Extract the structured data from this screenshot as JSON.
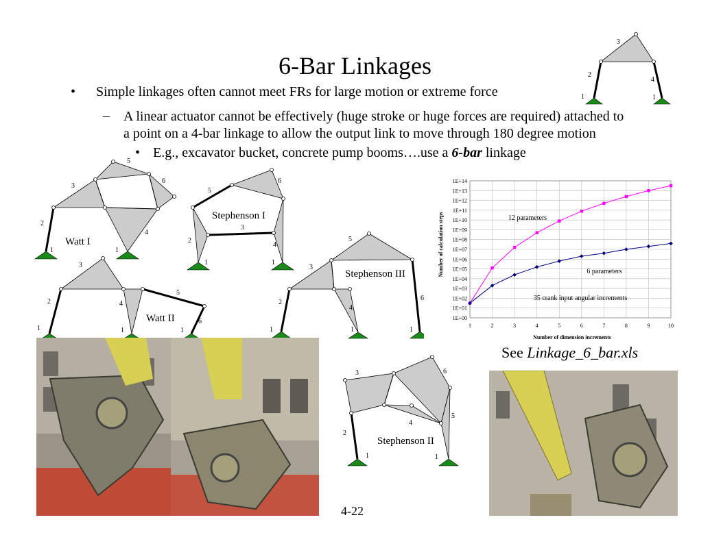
{
  "slide": {
    "title": "6-Bar Linkages",
    "bullet1": "Simple linkages often cannot meet FRs for large motion or extreme force",
    "bullet2_line1": "A linear actuator cannot be effectively (huge stroke or huge forces are required) attached to",
    "bullet2_line2": "a point on a 4-bar linkage to allow the output link to move through 180 degree motion",
    "bullet3_prefix": "E.g., excavator bucket, concrete pump booms….use a ",
    "bullet3_emph": "6-bar",
    "bullet3_suffix": " linkage",
    "bullet_marker": "•",
    "dash_marker": "–",
    "see_prefix": "See ",
    "see_file": "Linkage_6_bar.xls",
    "page_number": "4-22"
  },
  "diagrams": {
    "watt1": "Watt I",
    "watt2": "Watt II",
    "steph1": "Stephenson I",
    "steph2": "Stephenson II",
    "steph3": "Stephenson III"
  },
  "link_numbers": [
    "1",
    "2",
    "3",
    "4",
    "5",
    "6"
  ],
  "colors": {
    "ground": "#1a8a1a",
    "link_fill": "#cccccc",
    "series_12": "#ff00ff",
    "series_6": "#00007f"
  },
  "chart_data": {
    "type": "line",
    "xlabel": "Number of dimension increments",
    "ylabel": "Number of calculation steps",
    "x": [
      1,
      2,
      3,
      4,
      5,
      6,
      7,
      8,
      9,
      10
    ],
    "yscale": "log",
    "ylim": [
      "1E+00",
      "1E+14"
    ],
    "yticks": [
      "1E+00",
      "1E+01",
      "1E+02",
      "1E+03",
      "1E+04",
      "1E+05",
      "1E+06",
      "1E+07",
      "1E+08",
      "1E+09",
      "1E+10",
      "1E+11",
      "1E+12",
      "1E+13",
      "1E+14"
    ],
    "xticks": [
      "1",
      "2",
      "3",
      "4",
      "5",
      "6",
      "7",
      "8",
      "9",
      "10"
    ],
    "series": [
      {
        "name": "12 parameters",
        "exponents": [
          1.5,
          5.1,
          7.2,
          8.7,
          9.9,
          10.9,
          11.7,
          12.4,
          13.0,
          13.5
        ]
      },
      {
        "name": "6 parameters",
        "exponents": [
          1.5,
          3.3,
          4.4,
          5.2,
          5.8,
          6.3,
          6.6,
          7.0,
          7.3,
          7.6
        ]
      }
    ],
    "annotation": "35 crank input angular increments",
    "grid": true
  },
  "photos": {
    "left_pair": "excavator-bucket-photos",
    "right": "excavator-bucket-photo"
  }
}
